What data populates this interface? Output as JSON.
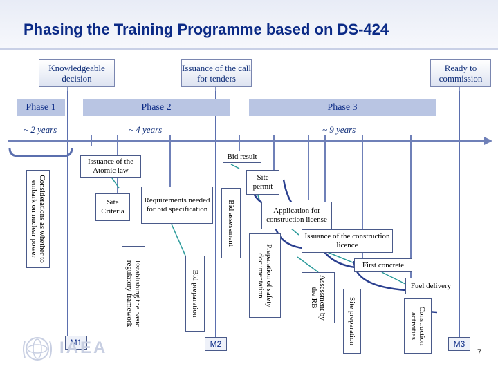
{
  "title": "Phasing the Training Programme based on DS-424",
  "headers": {
    "knowledgeable": "Knowledgeable decision",
    "tenders": "Issuance of the call for tenders",
    "commission": "Ready to commission"
  },
  "phases": {
    "p1": "Phase 1",
    "p2": "Phase 2",
    "p3": "Phase 3"
  },
  "durations": {
    "d1": "~ 2 years",
    "d2": "~ 4 years",
    "d3": "~ 9 years"
  },
  "milestones": {
    "m1": "M1",
    "m2": "M2",
    "m3": "M3"
  },
  "boxes": {
    "atomic_law": "Issuance of the Atomic law",
    "site_criteria": "Site Criteria",
    "requirements": "Requirements needed for bid specification",
    "bid_result": "Bid result",
    "site_permit": "Site permit",
    "application": "Application for construction license",
    "issuance_licence": "Issuance of the construction licence",
    "first_concrete": "First concrete",
    "fuel_delivery": "Fuel delivery"
  },
  "vertical": {
    "considerations": "Considerations as whether to embark on nuclear power",
    "regulatory": "Establishing the basic regulatory framework",
    "bid_prep": "Bid preparation",
    "bid_assessment": "Bid assessment",
    "safety_doc": "Preparation of safety documentation",
    "rb_assessment": "Assessment by the RB",
    "site_prep": "Site preparation",
    "construction": "Construction activities"
  },
  "logo_text": "IAEA",
  "page_number": "7",
  "colors": {
    "title": "#0b2a86",
    "phase_fill": "#b9c5e3",
    "line": "#5b6fae"
  }
}
